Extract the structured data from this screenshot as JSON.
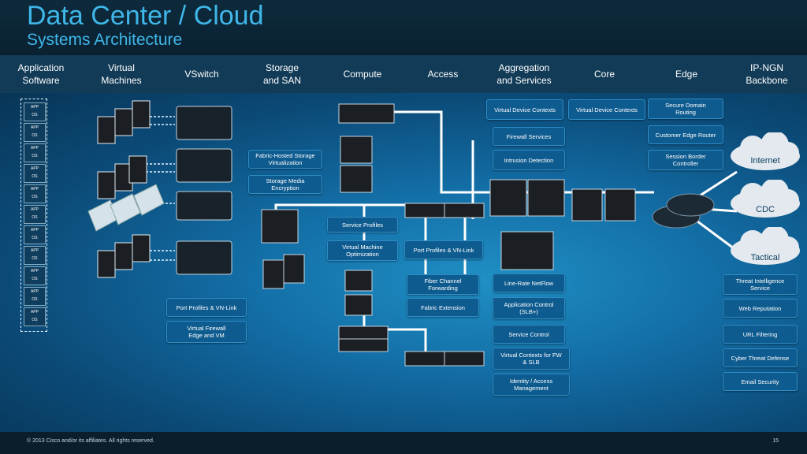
{
  "title": "Data Center / Cloud",
  "subtitle": "Systems Architecture",
  "columns": [
    "Application\nSoftware",
    "Virtual\nMachines",
    "VSwitch",
    "Storage\nand SAN",
    "Compute",
    "Access",
    "Aggregation\nand Services",
    "Core",
    "Edge",
    "IP-NGN\nBackbone"
  ],
  "app_stack": {
    "app": "APP",
    "os": "OS"
  },
  "labels": {
    "fabric_storage": "Fabric-Hosted Storage\nVirtualization",
    "storage_encryption": "Storage Media\nEncryption",
    "service_profiles": "Service Profiles",
    "vm_optimization": "Virtual Machine\nOptimization",
    "port_profiles_access": "Port Profiles & VN-Link",
    "fc_forwarding": "Fiber Channel\nForwarding",
    "fabric_extension": "Fabric Extension",
    "port_profiles_vswitch": "Port Profiles & VN-Link",
    "virtual_firewall": "Virtual Firewall\nEdge and VM",
    "vdc_agg": "Virtual Device Contexts",
    "vdc_core": "Virtual Device Contexts",
    "firewall_services": "Firewall Services",
    "intrusion_detection": "Intrusion Detection",
    "line_rate_netflow": "Line-Rate NetFlow",
    "app_control": "Application Control\n(SLB+)",
    "service_control": "Service Control",
    "virtual_contexts": "Virtual Contexts for FW\n& SLB",
    "identity": "Identity / Access\nManagement",
    "secure_domain": "Secure Domain\nRouting",
    "customer_edge": "Customer Edge Router",
    "session_border": "Session Border\nController",
    "threat_intel": "Threat Intelligence\nService",
    "web_reputation": "Web Reputation",
    "url_filtering": "URL Filtering",
    "cyber_threat": "Cyber Threat Defense",
    "email_security": "Email Security"
  },
  "clouds": {
    "internet": "Internet",
    "cdc": "CDC",
    "tactical": "Tactical"
  },
  "footer": {
    "copyright": "© 2013 Cisco and/or its affiliates. All rights reserved.",
    "page": "15"
  },
  "colors": {
    "title": "#3fb7e8",
    "header_band": "#123b57",
    "label_box": "#0e5b8f",
    "cloud": "#e3e9ee"
  }
}
